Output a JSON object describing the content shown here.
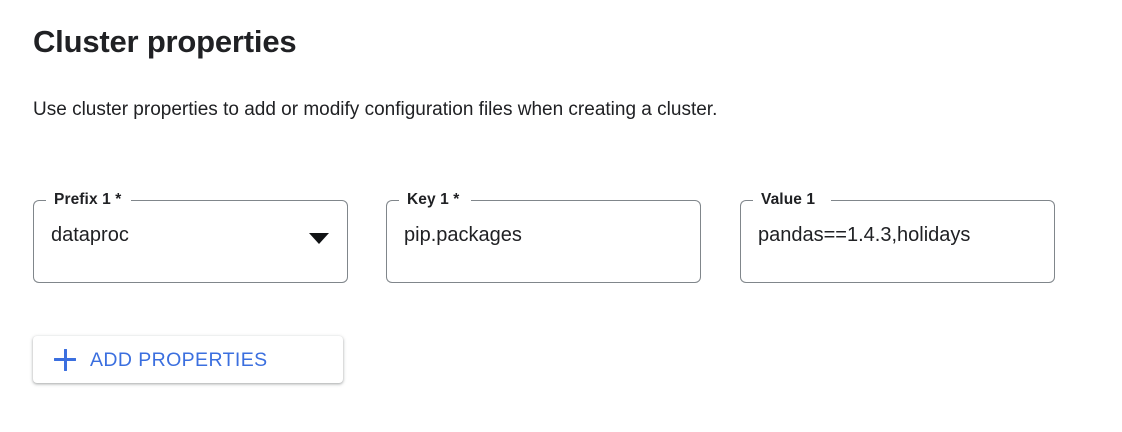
{
  "section": {
    "title": "Cluster properties",
    "description": "Use cluster properties to add or modify configuration files when creating a cluster."
  },
  "fields": [
    {
      "label": "Prefix 1 *",
      "value": "dataproc",
      "control": "select",
      "icon": "chevron-down-icon"
    },
    {
      "label": "Key 1 *",
      "value": "pip.packages",
      "control": "text"
    },
    {
      "label": "Value 1",
      "value": "pandas==1.4.3,holidays",
      "control": "text"
    }
  ],
  "add_button": {
    "label": "ADD PROPERTIES",
    "icon": "plus-icon"
  },
  "colors": {
    "accent_blue": "#3b6fdf",
    "text_primary": "#202124",
    "field_border": "#80868b",
    "background": "#ffffff"
  }
}
